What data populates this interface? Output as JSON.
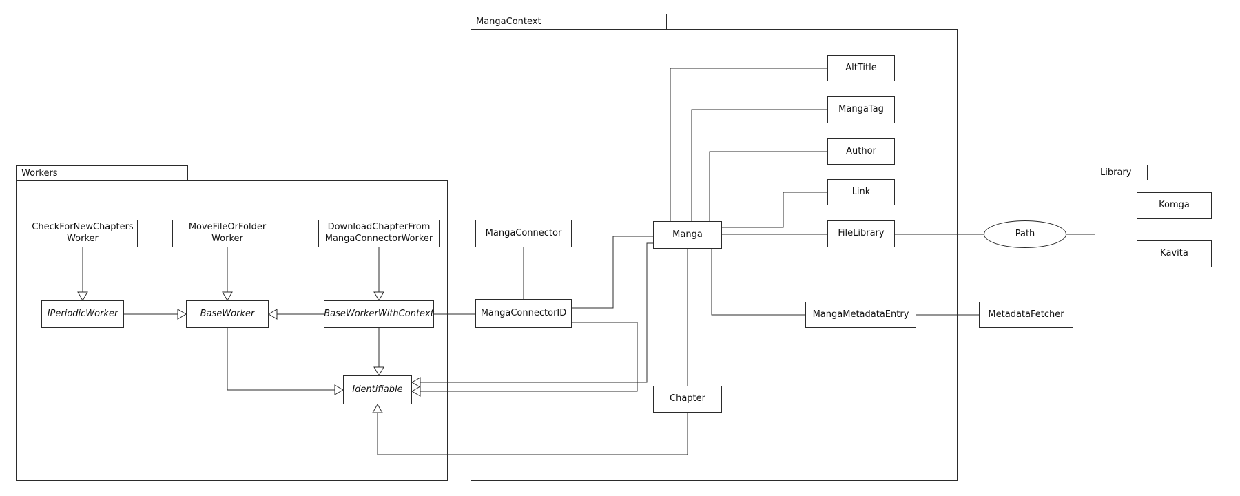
{
  "meta": {
    "diagram_type": "uml package / class diagram",
    "background_color": "#ffffff",
    "stroke_color": "#2b2b2b"
  },
  "packages": {
    "workers": {
      "label": "Workers"
    },
    "manga_context": {
      "label": "MangaContext"
    },
    "library": {
      "label": "Library"
    }
  },
  "nodes": {
    "check_for_new_chapters_worker": {
      "label": "CheckForNewChapters\nWorker",
      "package": "Workers",
      "abstract": false
    },
    "move_file_or_folder_worker": {
      "label": "MoveFileOrFolder\nWorker",
      "package": "Workers",
      "abstract": false
    },
    "download_chapter_from_manga_connector_worker": {
      "label": "DownloadChapterFrom\nMangaConnectorWorker",
      "package": "Workers",
      "abstract": false
    },
    "i_periodic_worker": {
      "label": "IPeriodicWorker",
      "package": "Workers",
      "abstract": true
    },
    "base_worker": {
      "label": "BaseWorker",
      "package": "Workers",
      "abstract": true
    },
    "base_worker_with_context": {
      "label": "BaseWorkerWithContext",
      "package": "Workers",
      "abstract": true
    },
    "identifiable": {
      "label": "Identifiable",
      "package": "Workers",
      "abstract": true
    },
    "manga_connector": {
      "label": "MangaConnector",
      "package": "MangaContext",
      "abstract": false
    },
    "manga_connector_id": {
      "label": "MangaConnectorID",
      "package": "MangaContext",
      "abstract": false
    },
    "manga": {
      "label": "Manga",
      "package": "MangaContext",
      "abstract": false
    },
    "alt_title": {
      "label": "AltTitle",
      "package": "MangaContext",
      "abstract": false
    },
    "manga_tag": {
      "label": "MangaTag",
      "package": "MangaContext",
      "abstract": false
    },
    "author": {
      "label": "Author",
      "package": "MangaContext",
      "abstract": false
    },
    "link": {
      "label": "Link",
      "package": "MangaContext",
      "abstract": false
    },
    "file_library": {
      "label": "FileLibrary",
      "package": "MangaContext",
      "abstract": false
    },
    "manga_metadata_entry": {
      "label": "MangaMetadataEntry",
      "package": "MangaContext",
      "abstract": false
    },
    "chapter": {
      "label": "Chapter",
      "package": "MangaContext",
      "abstract": false
    },
    "metadata_fetcher": {
      "label": "MetadataFetcher",
      "package": null,
      "abstract": false
    },
    "path": {
      "label": "Path",
      "package": null,
      "shape": "ellipse",
      "abstract": false
    },
    "komga": {
      "label": "Komga",
      "package": "Library",
      "abstract": false
    },
    "kavita": {
      "label": "Kavita",
      "package": "Library",
      "abstract": false
    }
  },
  "edges": [
    {
      "from": "CheckForNewChaptersWorker",
      "to": "IPeriodicWorker",
      "type": "inheritance"
    },
    {
      "from": "MoveFileOrFolderWorker",
      "to": "BaseWorker",
      "type": "inheritance"
    },
    {
      "from": "DownloadChapterFromMangaConnectorWorker",
      "to": "BaseWorkerWithContext",
      "type": "inheritance"
    },
    {
      "from": "IPeriodicWorker",
      "to": "BaseWorker",
      "type": "inheritance"
    },
    {
      "from": "BaseWorkerWithContext",
      "to": "BaseWorker",
      "type": "inheritance"
    },
    {
      "from": "BaseWorker",
      "to": "Identifiable",
      "type": "inheritance"
    },
    {
      "from": "BaseWorkerWithContext",
      "to": "Identifiable",
      "type": "inheritance"
    },
    {
      "from": "Manga",
      "to": "Identifiable",
      "type": "inheritance"
    },
    {
      "from": "MangaConnectorID",
      "to": "Identifiable",
      "type": "inheritance"
    },
    {
      "from": "Chapter",
      "to": "Identifiable",
      "type": "inheritance"
    },
    {
      "from": "MangaConnectorID",
      "to": "BaseWorkerWithContext",
      "type": "association"
    },
    {
      "from": "MangaConnector",
      "to": "MangaConnectorID",
      "type": "association"
    },
    {
      "from": "MangaConnectorID",
      "to": "Manga",
      "type": "association"
    },
    {
      "from": "Manga",
      "to": "Chapter",
      "type": "association"
    },
    {
      "from": "Manga",
      "to": "AltTitle",
      "type": "association"
    },
    {
      "from": "Manga",
      "to": "MangaTag",
      "type": "association"
    },
    {
      "from": "Manga",
      "to": "Author",
      "type": "association"
    },
    {
      "from": "Manga",
      "to": "Link",
      "type": "association"
    },
    {
      "from": "Manga",
      "to": "FileLibrary",
      "type": "association"
    },
    {
      "from": "Manga",
      "to": "MangaMetadataEntry",
      "type": "association"
    },
    {
      "from": "FileLibrary",
      "to": "Path",
      "type": "association"
    },
    {
      "from": "Path",
      "to": "Library",
      "type": "association"
    },
    {
      "from": "MangaMetadataEntry",
      "to": "MetadataFetcher",
      "type": "association"
    }
  ]
}
